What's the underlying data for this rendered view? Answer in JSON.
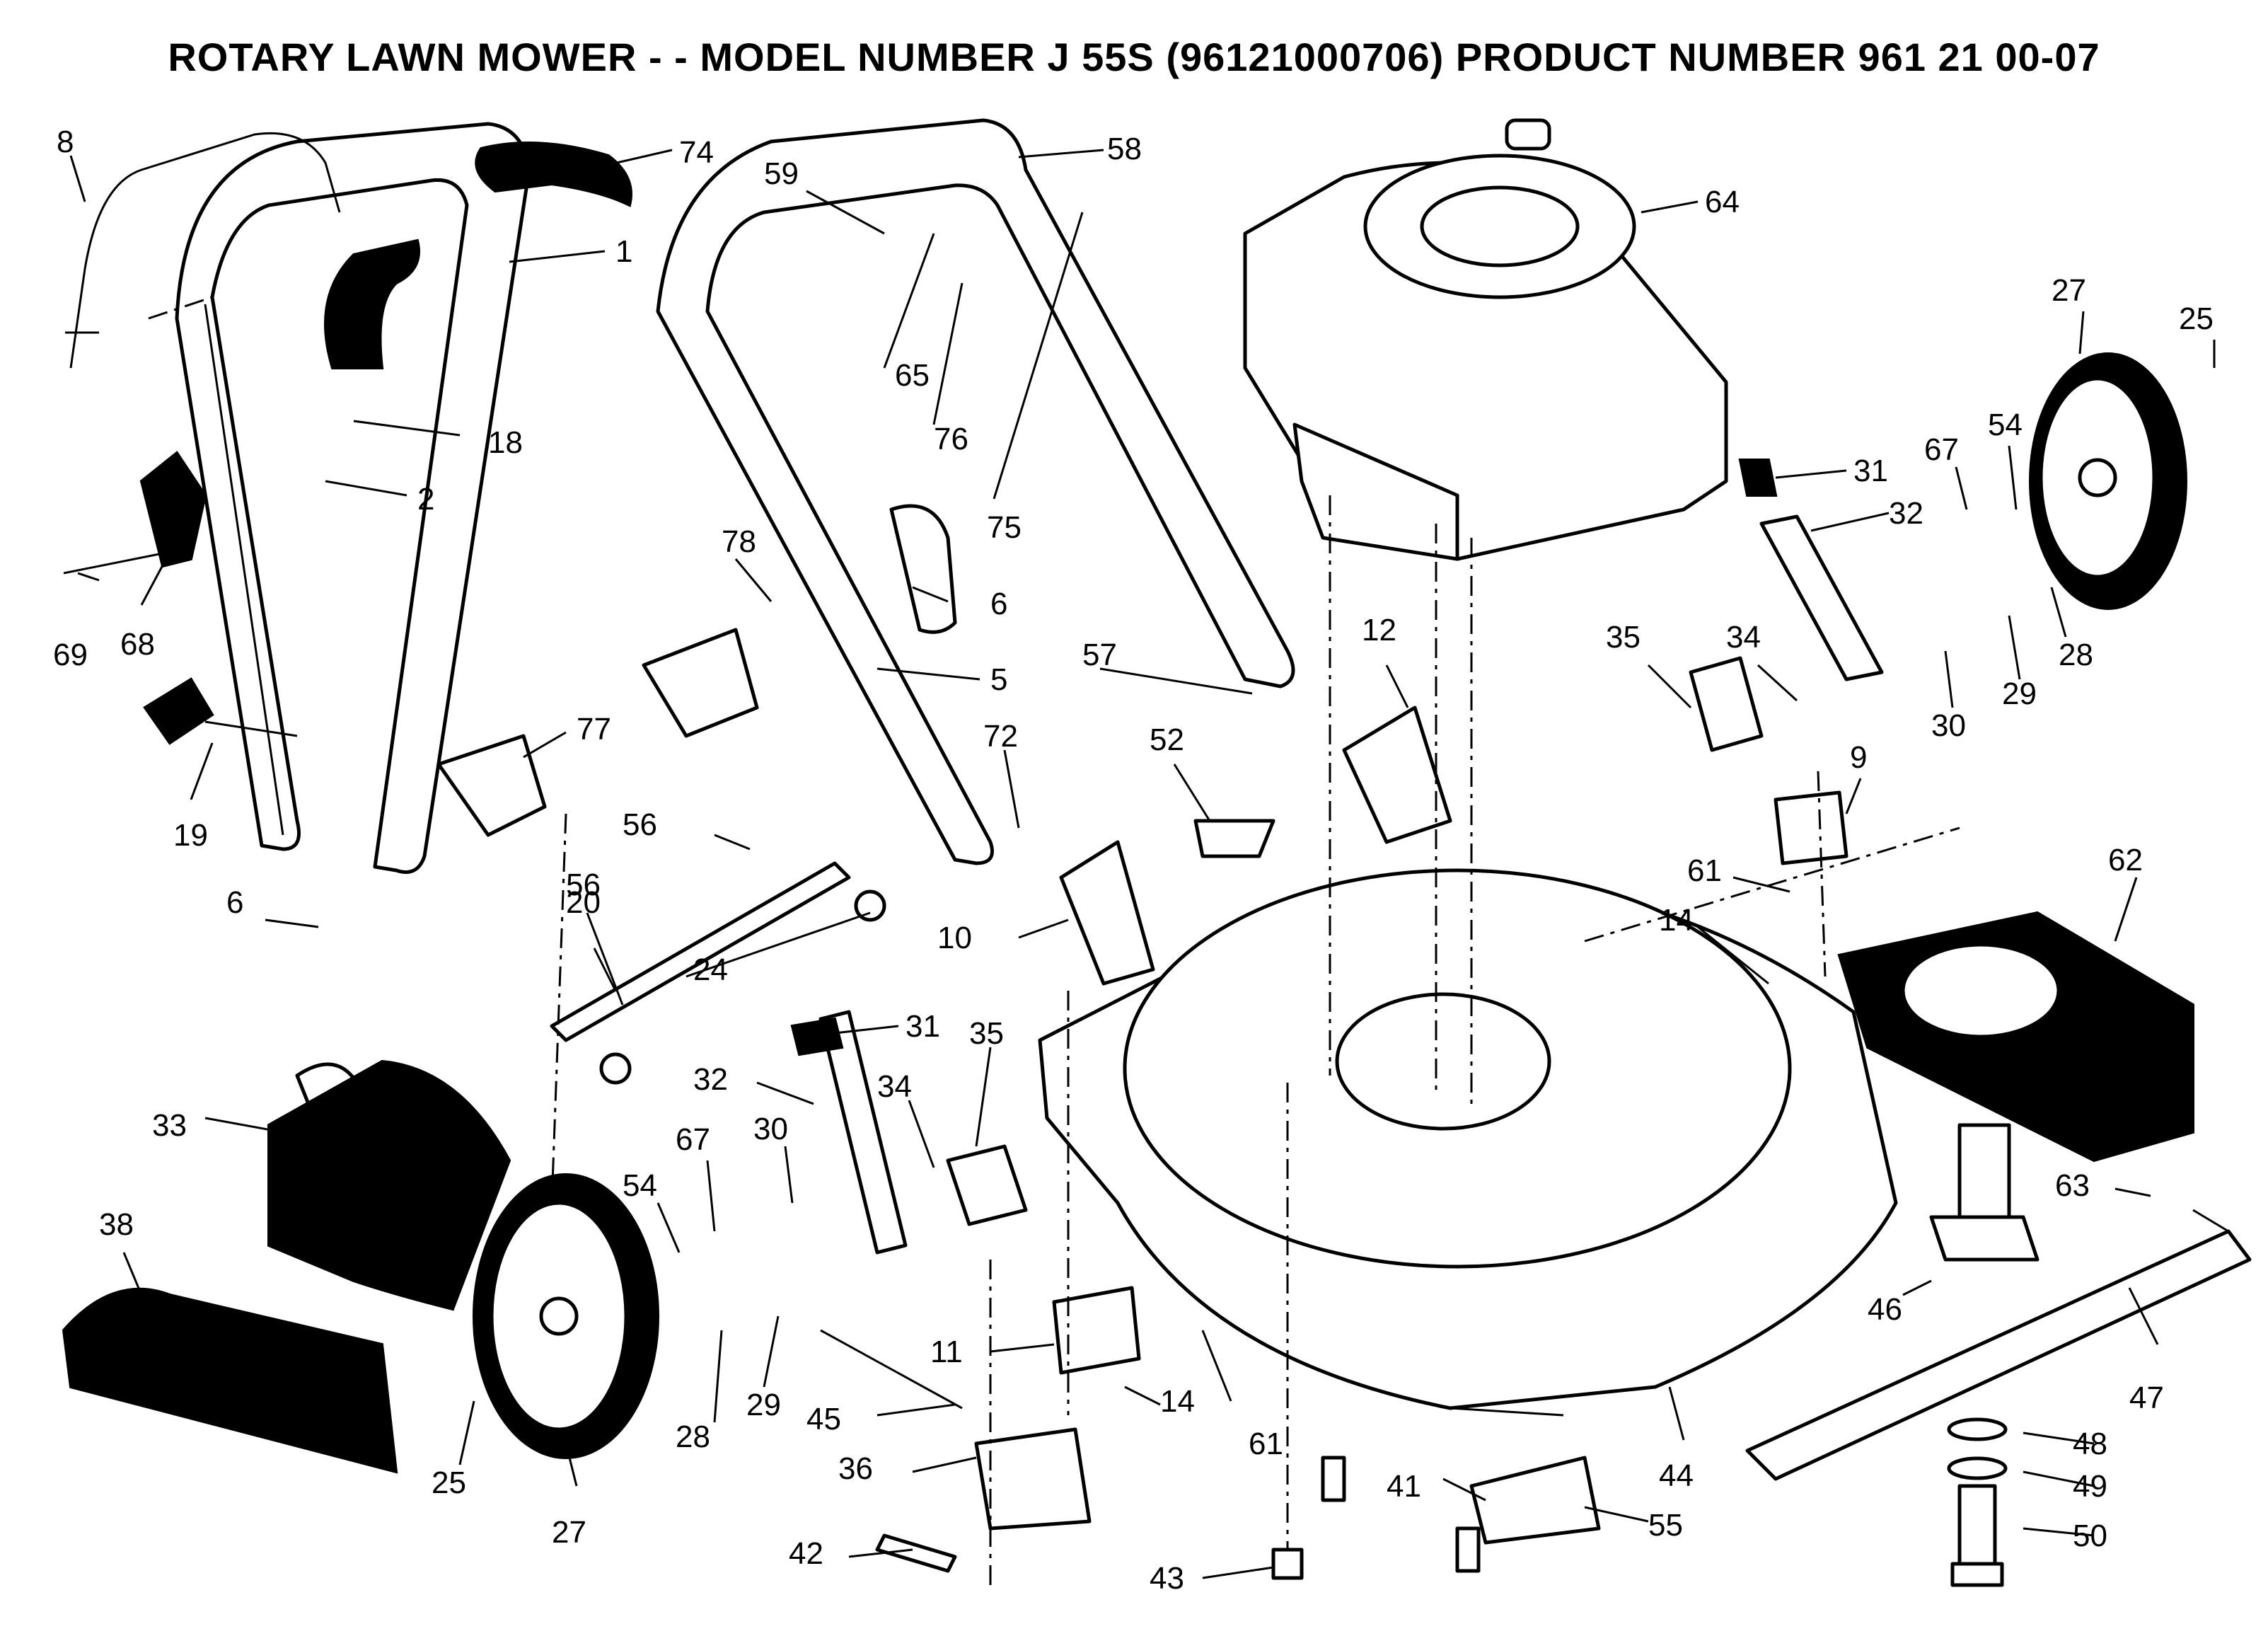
{
  "title": "ROTARY LAWN MOWER - - MODEL NUMBER  J 55S  (96121000706) PRODUCT NUMBER 961 21 00-07",
  "callouts": [
    "8",
    "74",
    "1",
    "59",
    "58",
    "64",
    "65",
    "76",
    "18",
    "2",
    "75",
    "78",
    "6",
    "69",
    "68",
    "19",
    "77",
    "6",
    "5",
    "57",
    "72",
    "52",
    "12",
    "35",
    "34",
    "31",
    "32",
    "67",
    "54",
    "27",
    "25",
    "28",
    "29",
    "30",
    "9",
    "61",
    "14",
    "62",
    "56",
    "20",
    "56",
    "24",
    "10",
    "31",
    "35",
    "32",
    "34",
    "33",
    "38",
    "54",
    "67",
    "30",
    "29",
    "28",
    "25",
    "27",
    "45",
    "11",
    "14",
    "61",
    "36",
    "42",
    "43",
    "41",
    "44",
    "55",
    "46",
    "47",
    "48",
    "49",
    "50",
    "63"
  ]
}
